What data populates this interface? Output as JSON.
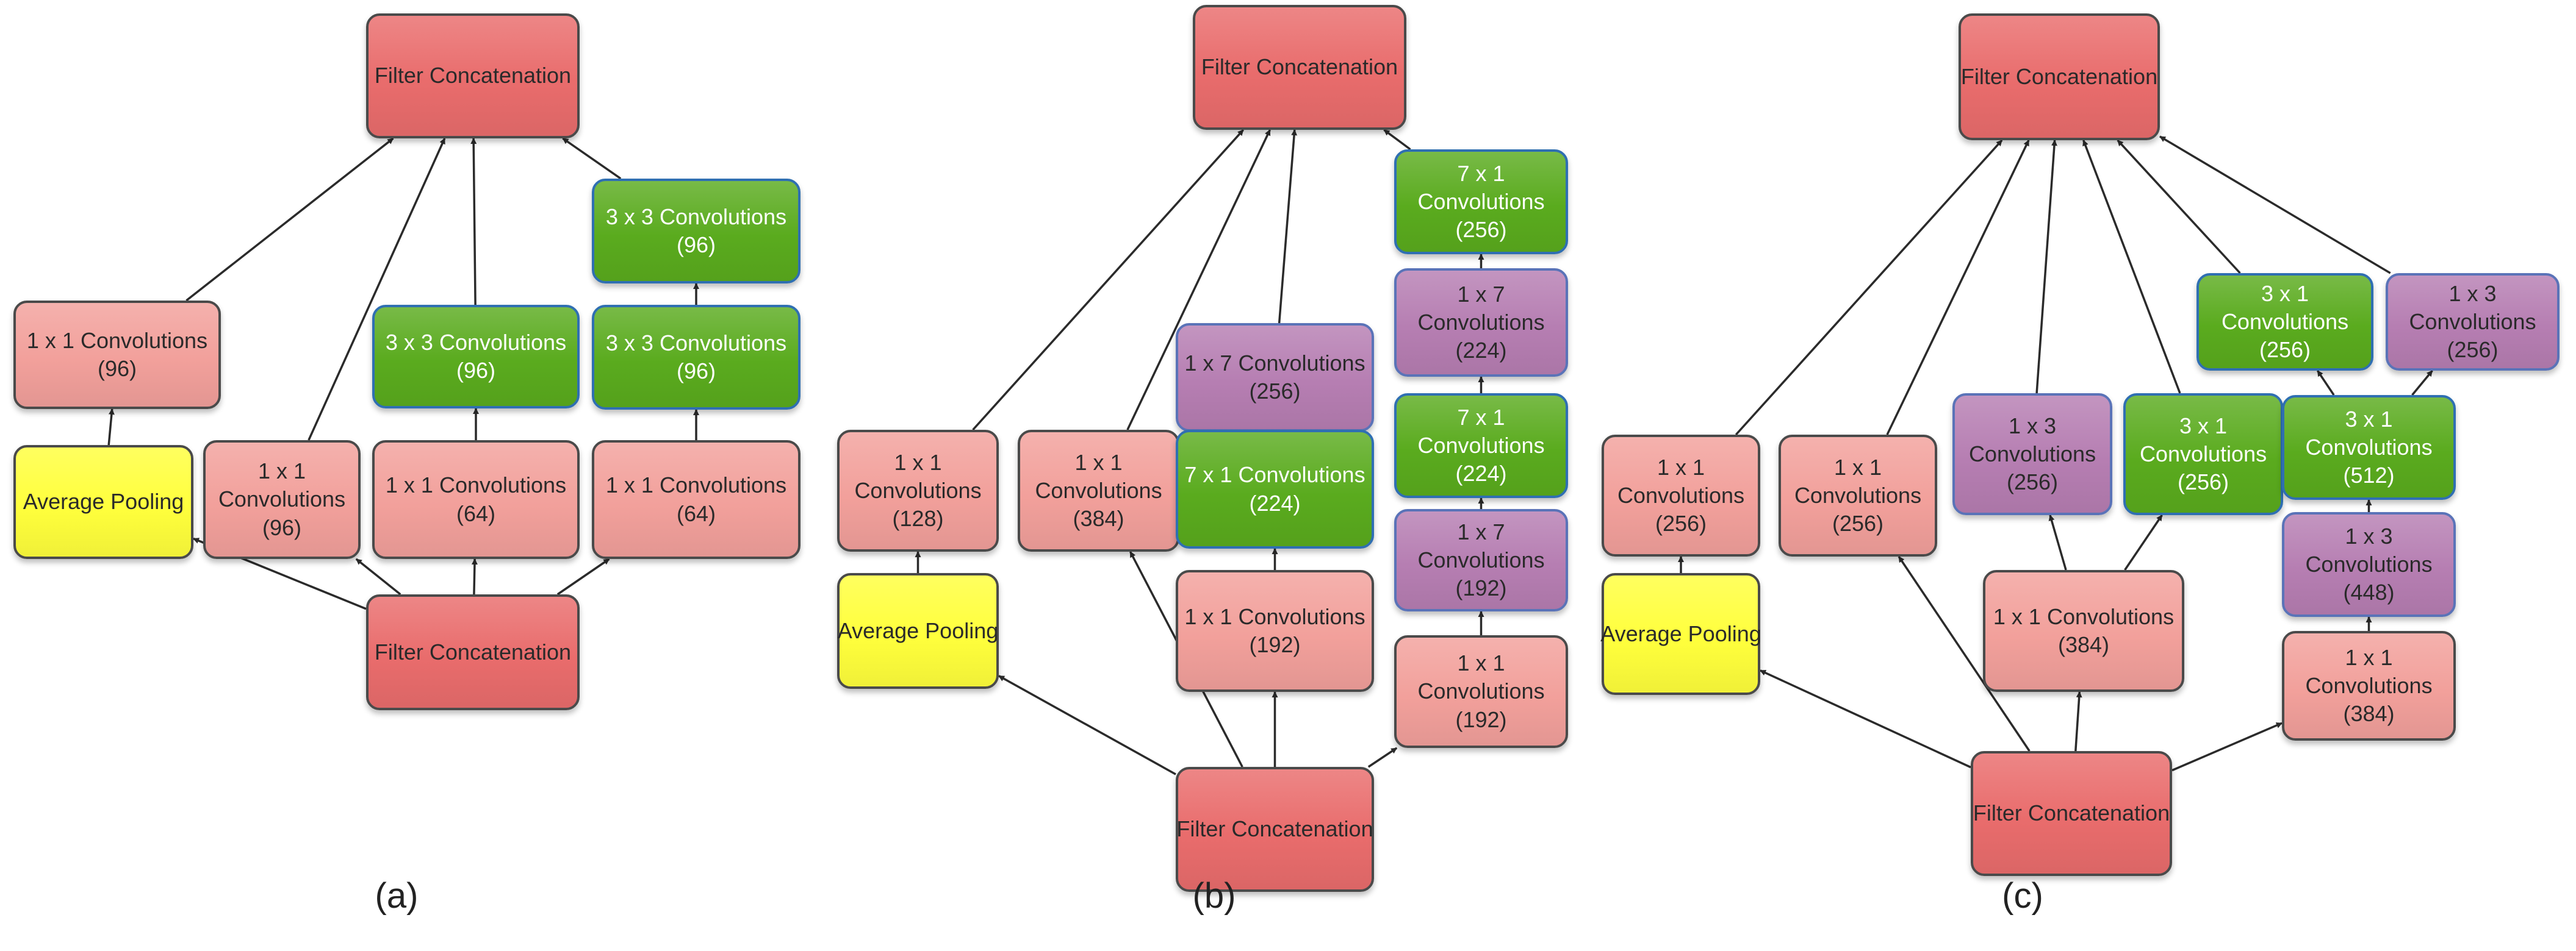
{
  "colors": {
    "concat": "#e96c6c",
    "conv": "#f2a09b",
    "green": "#5aab1e",
    "purple": "#b67eb2",
    "pool": "#ffff3c",
    "edge": "#2b2b2b"
  },
  "panels": [
    {
      "id": "a",
      "caption": "(a)",
      "nodes": [
        {
          "id": "a-top",
          "kind": "concat",
          "lines": [
            "Filter Concatenation"
          ]
        },
        {
          "id": "a-1x1-left",
          "kind": "conv",
          "lines": [
            "1 x 1 Convolutions",
            "(96)"
          ]
        },
        {
          "id": "a-avgpool",
          "kind": "pool",
          "lines": [
            "Average Pooling"
          ]
        },
        {
          "id": "a-1x1-96",
          "kind": "conv",
          "lines": [
            "1 x 1",
            "Convolutions",
            "(96)"
          ]
        },
        {
          "id": "a-3x3-mid",
          "kind": "green",
          "lines": [
            "3 x 3 Convolutions",
            "(96)"
          ]
        },
        {
          "id": "a-1x1-64-mid",
          "kind": "conv",
          "lines": [
            "1 x 1 Convolutions",
            "(64)"
          ]
        },
        {
          "id": "a-3x3-top",
          "kind": "green",
          "lines": [
            "3 x 3 Convolutions",
            "(96)"
          ]
        },
        {
          "id": "a-3x3-right",
          "kind": "green",
          "lines": [
            "3 x 3 Convolutions",
            "(96)"
          ]
        },
        {
          "id": "a-1x1-64-right",
          "kind": "conv",
          "lines": [
            "1 x 1 Convolutions",
            "(64)"
          ]
        },
        {
          "id": "a-bottom",
          "kind": "concat",
          "lines": [
            "Filter Concatenation"
          ]
        }
      ]
    },
    {
      "id": "b",
      "caption": "(b)",
      "nodes": [
        {
          "id": "b-top",
          "kind": "concat",
          "lines": [
            "Filter Concatenation"
          ]
        },
        {
          "id": "b-1x1-128",
          "kind": "conv",
          "lines": [
            "1 x 1",
            "Convolutions",
            "(128)"
          ]
        },
        {
          "id": "b-avgpool",
          "kind": "pool",
          "lines": [
            "Average Pooling"
          ]
        },
        {
          "id": "b-1x1-384",
          "kind": "conv",
          "lines": [
            "1 x 1",
            "Convolutions",
            "(384)"
          ]
        },
        {
          "id": "b-1x7-256",
          "kind": "purple",
          "lines": [
            "1 x 7 Convolutions",
            "(256)"
          ]
        },
        {
          "id": "b-7x1-224",
          "kind": "green",
          "lines": [
            "7 x 1 Convolutions",
            "(224)"
          ]
        },
        {
          "id": "b-1x1-192-mid",
          "kind": "conv",
          "lines": [
            "1 x 1 Convolutions",
            "(192)"
          ]
        },
        {
          "id": "b-r-7x1-256",
          "kind": "green",
          "lines": [
            "7 x 1",
            "Convolutions",
            "(256)"
          ]
        },
        {
          "id": "b-r-1x7-224",
          "kind": "purple",
          "lines": [
            "1 x 7",
            "Convolutions",
            "(224)"
          ]
        },
        {
          "id": "b-r-7x1-224",
          "kind": "green",
          "lines": [
            "7 x 1",
            "Convolutions",
            "(224)"
          ]
        },
        {
          "id": "b-r-1x7-192",
          "kind": "purple",
          "lines": [
            "1 x 7",
            "Convolutions",
            "(192)"
          ]
        },
        {
          "id": "b-r-1x1-192",
          "kind": "conv",
          "lines": [
            "1 x 1",
            "Convolutions",
            "(192)"
          ]
        },
        {
          "id": "b-bottom",
          "kind": "concat",
          "lines": [
            "Filter Concatenation"
          ]
        }
      ]
    },
    {
      "id": "c",
      "caption": "(c)",
      "nodes": [
        {
          "id": "c-top",
          "kind": "concat",
          "lines": [
            "Filter Concatenation"
          ]
        },
        {
          "id": "c-1x1-256-a",
          "kind": "conv",
          "lines": [
            "1 x 1",
            "Convolutions",
            "(256)"
          ]
        },
        {
          "id": "c-avgpool",
          "kind": "pool",
          "lines": [
            "Average Pooling"
          ]
        },
        {
          "id": "c-1x1-256-b",
          "kind": "conv",
          "lines": [
            "1 x 1",
            "Convolutions",
            "(256)"
          ]
        },
        {
          "id": "c-1x3-256",
          "kind": "purple",
          "lines": [
            "1 x 3",
            "Convolutions",
            "(256)"
          ]
        },
        {
          "id": "c-3x1-256",
          "kind": "green",
          "lines": [
            "3 x 1",
            "Convolutions",
            "(256)"
          ]
        },
        {
          "id": "c-1x1-384-mid",
          "kind": "conv",
          "lines": [
            "1 x 1 Convolutions",
            "(384)"
          ]
        },
        {
          "id": "c-r-3x1-256",
          "kind": "green",
          "lines": [
            "3 x 1",
            "Convolutions",
            "(256)"
          ]
        },
        {
          "id": "c-r-1x3-256",
          "kind": "purple",
          "lines": [
            "1 x 3",
            "Convolutions",
            "(256)"
          ]
        },
        {
          "id": "c-r-3x1-512",
          "kind": "green",
          "lines": [
            "3 x 1",
            "Convolutions",
            "(512)"
          ]
        },
        {
          "id": "c-r-1x3-448",
          "kind": "purple",
          "lines": [
            "1 x 3",
            "Convolutions",
            "(448)"
          ]
        },
        {
          "id": "c-r-1x1-384",
          "kind": "conv",
          "lines": [
            "1 x 1",
            "Convolutions",
            "(384)"
          ]
        },
        {
          "id": "c-bottom",
          "kind": "concat",
          "lines": [
            "Filter Concatenation"
          ]
        }
      ]
    }
  ],
  "edges": [
    [
      "a-bottom",
      "a-avgpool"
    ],
    [
      "a-bottom",
      "a-1x1-96"
    ],
    [
      "a-bottom",
      "a-1x1-64-mid"
    ],
    [
      "a-bottom",
      "a-1x1-64-right"
    ],
    [
      "a-avgpool",
      "a-1x1-left"
    ],
    [
      "a-1x1-64-mid",
      "a-3x3-mid"
    ],
    [
      "a-1x1-64-right",
      "a-3x3-right"
    ],
    [
      "a-3x3-right",
      "a-3x3-top"
    ],
    [
      "a-1x1-left",
      "a-top"
    ],
    [
      "a-1x1-96",
      "a-top"
    ],
    [
      "a-3x3-mid",
      "a-top"
    ],
    [
      "a-3x3-top",
      "a-top"
    ],
    [
      "b-bottom",
      "b-avgpool"
    ],
    [
      "b-bottom",
      "b-1x1-384"
    ],
    [
      "b-bottom",
      "b-1x1-192-mid"
    ],
    [
      "b-bottom",
      "b-r-1x1-192"
    ],
    [
      "b-avgpool",
      "b-1x1-128"
    ],
    [
      "b-1x1-192-mid",
      "b-7x1-224"
    ],
    [
      "b-7x1-224",
      "b-1x7-256"
    ],
    [
      "b-r-1x1-192",
      "b-r-1x7-192"
    ],
    [
      "b-r-1x7-192",
      "b-r-7x1-224"
    ],
    [
      "b-r-7x1-224",
      "b-r-1x7-224"
    ],
    [
      "b-r-1x7-224",
      "b-r-7x1-256"
    ],
    [
      "b-1x1-128",
      "b-top"
    ],
    [
      "b-1x1-384",
      "b-top"
    ],
    [
      "b-1x7-256",
      "b-top"
    ],
    [
      "b-r-7x1-256",
      "b-top"
    ],
    [
      "c-bottom",
      "c-avgpool"
    ],
    [
      "c-bottom",
      "c-1x1-256-b"
    ],
    [
      "c-bottom",
      "c-1x1-384-mid"
    ],
    [
      "c-bottom",
      "c-r-1x1-384"
    ],
    [
      "c-avgpool",
      "c-1x1-256-a"
    ],
    [
      "c-1x1-384-mid",
      "c-1x3-256"
    ],
    [
      "c-1x1-384-mid",
      "c-3x1-256"
    ],
    [
      "c-r-1x1-384",
      "c-r-1x3-448"
    ],
    [
      "c-r-1x3-448",
      "c-r-3x1-512"
    ],
    [
      "c-r-3x1-512",
      "c-r-3x1-256"
    ],
    [
      "c-r-3x1-512",
      "c-r-1x3-256"
    ],
    [
      "c-1x1-256-a",
      "c-top"
    ],
    [
      "c-1x1-256-b",
      "c-top"
    ],
    [
      "c-1x3-256",
      "c-top"
    ],
    [
      "c-3x1-256",
      "c-top"
    ],
    [
      "c-r-3x1-256",
      "c-top"
    ],
    [
      "c-r-1x3-256",
      "c-top"
    ]
  ]
}
